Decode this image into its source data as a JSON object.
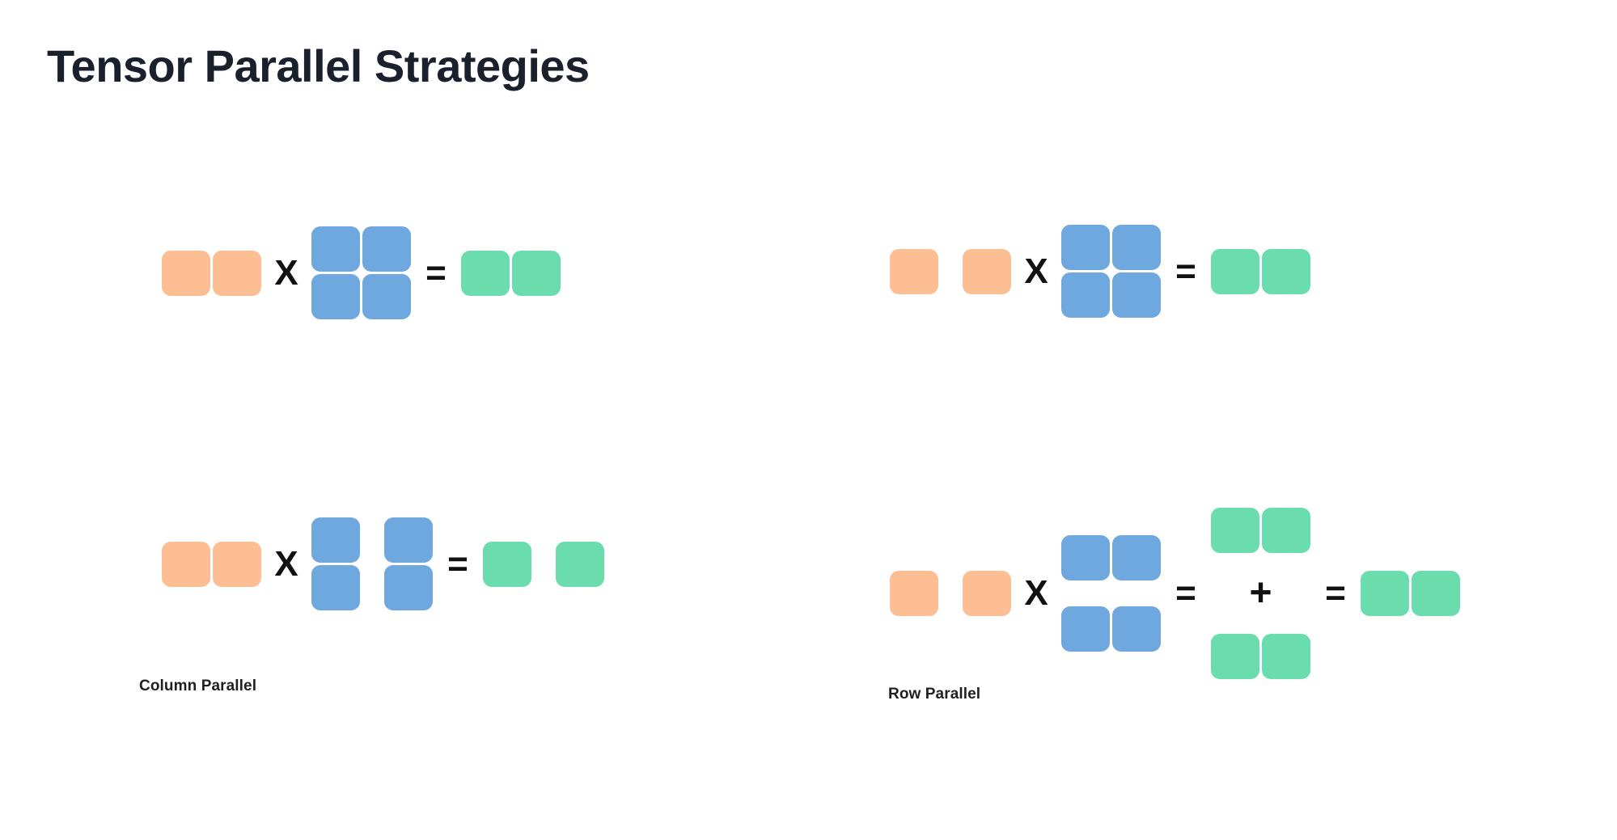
{
  "page": {
    "title": "Tensor Parallel Strategies",
    "background_color": "#ffffff"
  },
  "palette": {
    "input_activation": "#fcbe92",
    "weight_matrix": "#6ea8de",
    "output_activation": "#6adcae",
    "title_color": "#1a202c",
    "operator_color": "#111111",
    "caption_color": "#1f1f1f"
  },
  "operators": {
    "multiply": "X",
    "equals": "=",
    "plus": "+"
  },
  "captions": {
    "column_parallel": "Column Parallel",
    "row_parallel": "Row Parallel"
  },
  "diagrams": [
    {
      "id": "top-left",
      "role": "column-parallel-unsharded-reference",
      "input": {
        "color": "#fcbe92",
        "rows": 1,
        "cols": 2,
        "sharded": false
      },
      "weight": {
        "color": "#6ea8de",
        "rows": 2,
        "cols": 2,
        "sharded": false
      },
      "output": {
        "color": "#6adcae",
        "rows": 1,
        "cols": 2,
        "sharded": false
      }
    },
    {
      "id": "top-right",
      "role": "row-parallel-unsharded-reference",
      "input": {
        "color": "#fcbe92",
        "rows": 1,
        "cols": 2,
        "sharded": true
      },
      "weight": {
        "color": "#6ea8de",
        "rows": 2,
        "cols": 2,
        "sharded": false
      },
      "output": {
        "color": "#6adcae",
        "rows": 1,
        "cols": 2,
        "sharded": false
      }
    },
    {
      "id": "bottom-left",
      "role": "column-parallel",
      "caption": "Column Parallel",
      "input": {
        "color": "#fcbe92",
        "rows": 1,
        "cols": 2,
        "sharded": false
      },
      "weight": {
        "color": "#6ea8de",
        "rows": 2,
        "cols": 2,
        "sharded": true,
        "shard_axis": "columns",
        "shards": 2
      },
      "output": {
        "color": "#6adcae",
        "rows": 1,
        "cols": 2,
        "sharded": true,
        "shards": 2
      }
    },
    {
      "id": "bottom-right",
      "role": "row-parallel",
      "caption": "Row Parallel",
      "input": {
        "color": "#fcbe92",
        "rows": 1,
        "cols": 2,
        "sharded": true
      },
      "weight": {
        "color": "#6ea8de",
        "rows": 2,
        "cols": 2,
        "sharded": true,
        "shard_axis": "rows",
        "shards": 2
      },
      "partial_outputs": [
        {
          "color": "#6adcae",
          "rows": 1,
          "cols": 2
        },
        {
          "color": "#6adcae",
          "rows": 1,
          "cols": 2
        }
      ],
      "output": {
        "color": "#6adcae",
        "rows": 1,
        "cols": 2,
        "sharded": false
      }
    }
  ]
}
